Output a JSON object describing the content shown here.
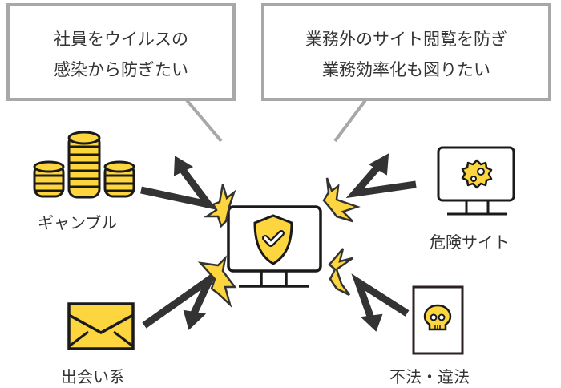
{
  "bubbles": {
    "left": {
      "line1": "社員をウイルスの",
      "line2": "感染から防ぎたい"
    },
    "right": {
      "line1": "業務外のサイト閲覧を防ぎ",
      "line2": "業務効率化も図りたい"
    }
  },
  "threats": [
    {
      "label": "ギャンブル",
      "icon": "coin-stacks-icon"
    },
    {
      "label": "出会い系",
      "icon": "envelope-icon"
    },
    {
      "label": "危険サイト",
      "icon": "virus-monitor-icon"
    },
    {
      "label": "不法・違法",
      "icon": "skull-document-icon"
    }
  ],
  "center": {
    "icon": "shield-check-monitor-icon"
  },
  "colors": {
    "accent": "#FCD53F",
    "stroke": "#1a1a1a",
    "arrow": "#333333",
    "bubble_border": "#a8a8a8"
  }
}
